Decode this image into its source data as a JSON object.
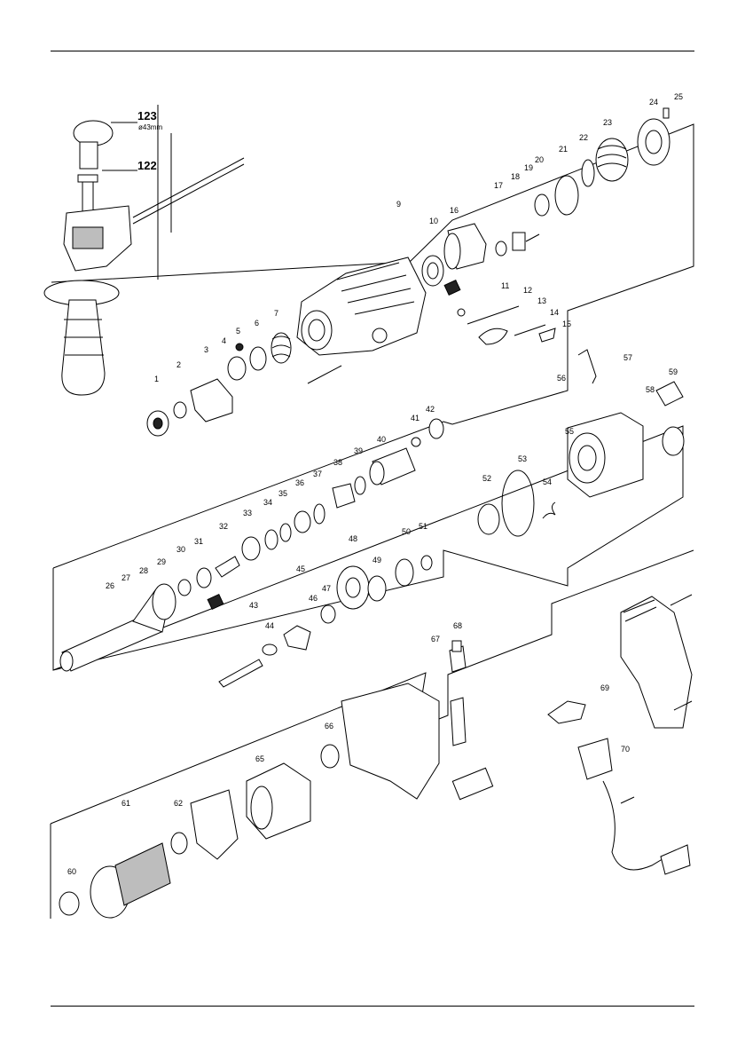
{
  "diagram": {
    "part_numbers": [
      "1",
      "2",
      "3",
      "4",
      "5",
      "6",
      "7",
      "9",
      "10",
      "11",
      "12",
      "13",
      "14",
      "15",
      "16",
      "17",
      "18",
      "19",
      "20",
      "21",
      "22",
      "23",
      "24",
      "25",
      "26",
      "27",
      "28",
      "29",
      "30",
      "31",
      "32",
      "33",
      "34",
      "35",
      "36",
      "37",
      "38",
      "39",
      "40",
      "41",
      "42",
      "43",
      "44",
      "45",
      "46",
      "47",
      "48",
      "49",
      "50",
      "51",
      "52",
      "53",
      "54",
      "55",
      "56",
      "57",
      "58",
      "59",
      "60",
      "61",
      "62",
      "65",
      "66",
      "67",
      "68",
      "69",
      "70",
      "122",
      "123"
    ],
    "depth_stop_label": "122",
    "handle_label": "123",
    "handle_diameter": "ø43mm"
  }
}
